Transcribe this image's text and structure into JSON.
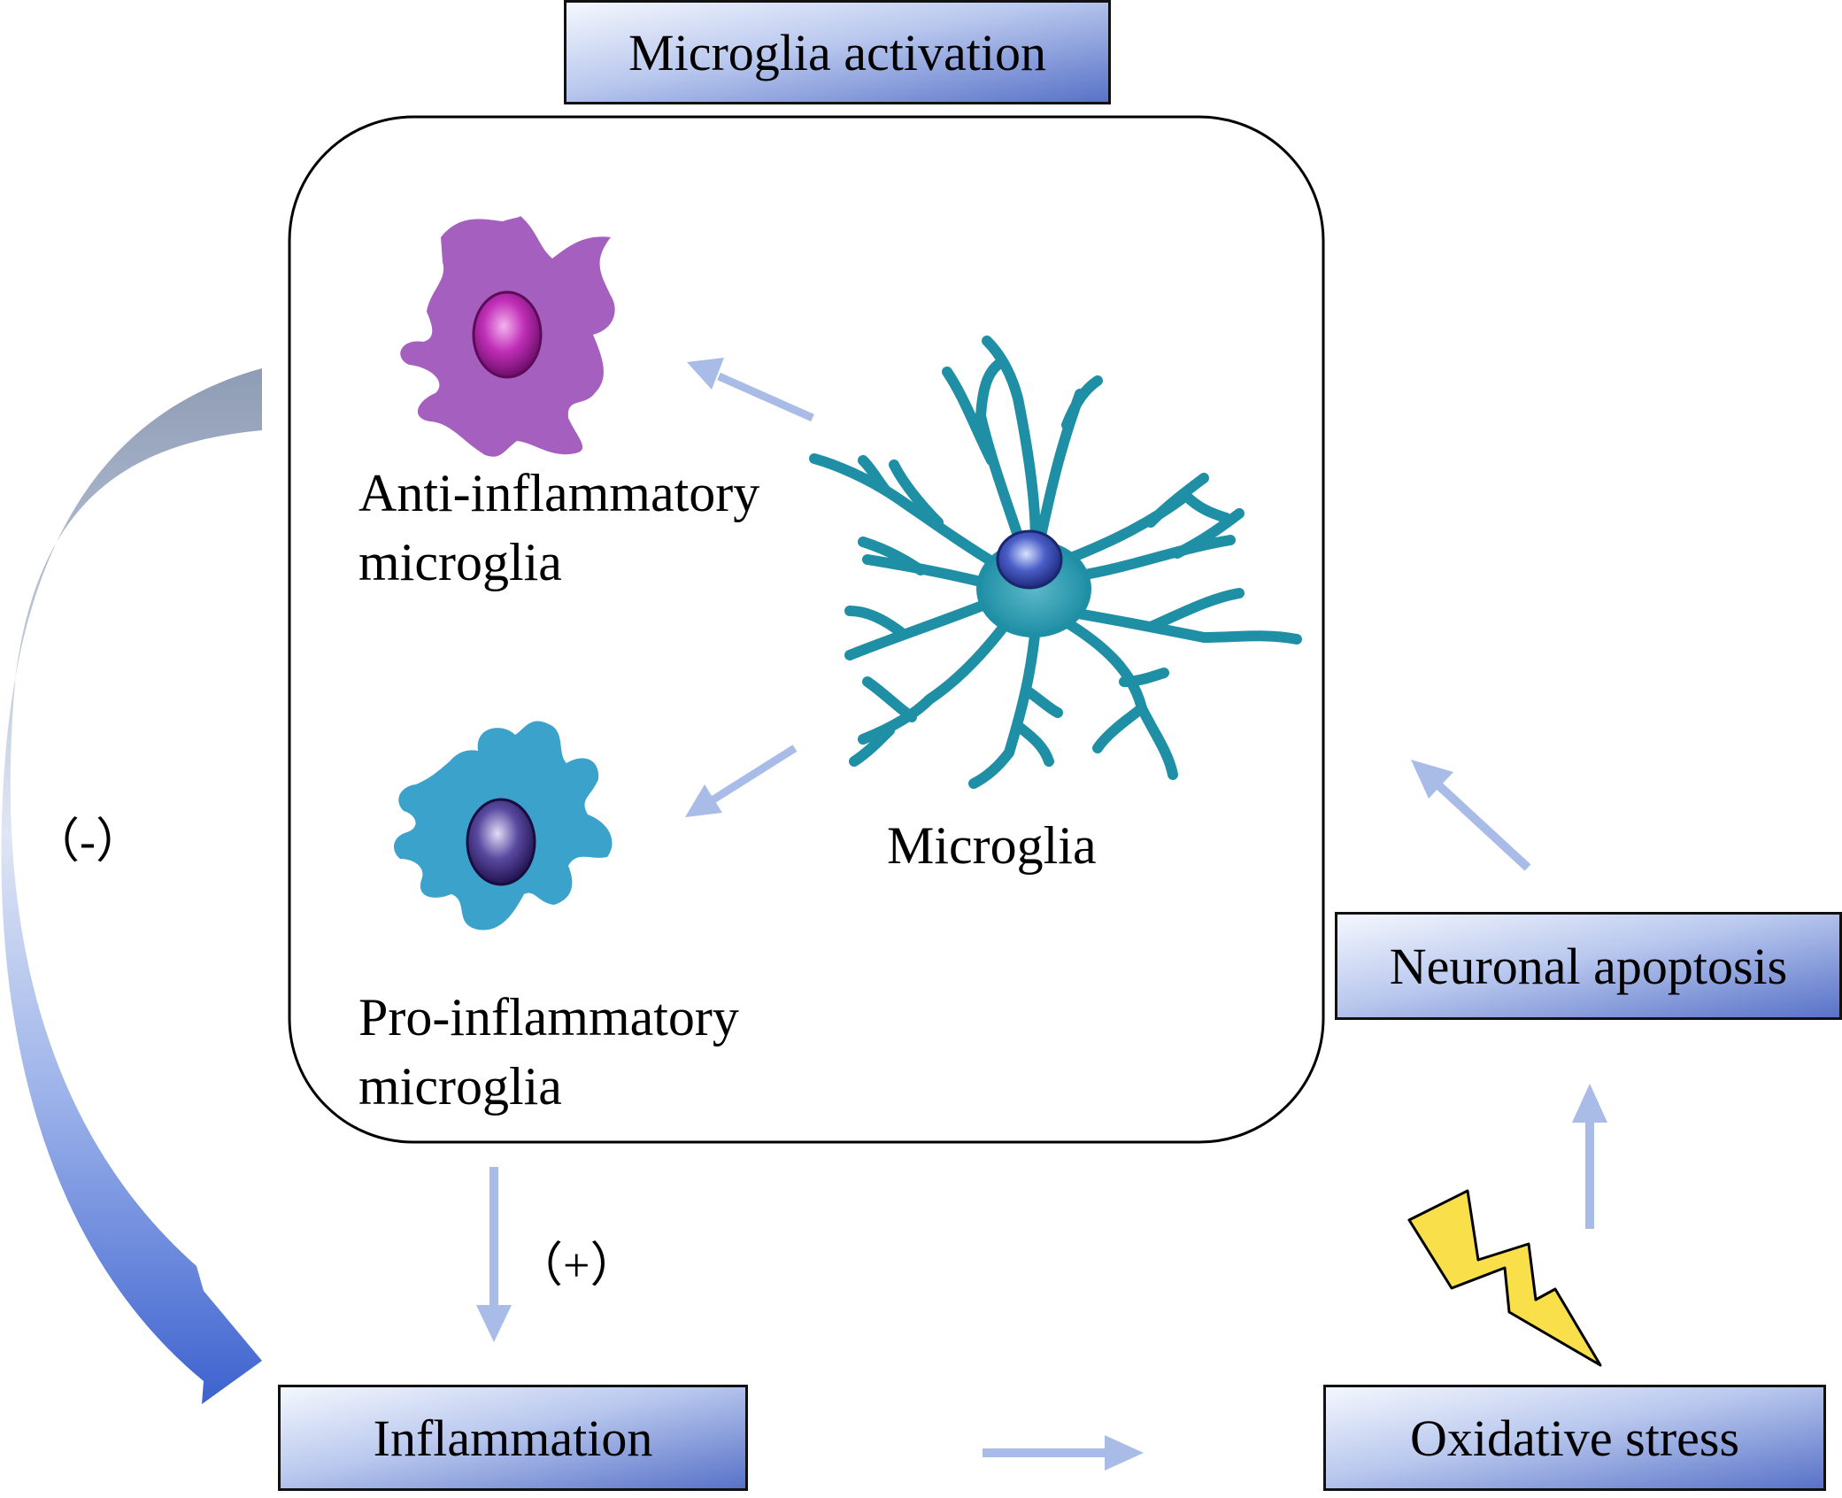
{
  "title": "Microglia activation",
  "cells": {
    "anti_inflammatory": {
      "line1": "Anti-inflammatory",
      "line2": "microglia",
      "color": "#a55fbe",
      "nucleus": "#a1259a"
    },
    "pro_inflammatory": {
      "line1": "Pro-inflammatory",
      "line2": "microglia",
      "color": "#3aa2cb",
      "nucleus": "#4a2a80"
    },
    "resting": {
      "label": "Microglia",
      "color": "#1f8fa6",
      "nucleus": "#3340a6"
    }
  },
  "nodes": {
    "inflammation": "Inflammation",
    "oxidative_stress": "Oxidative stress",
    "neuronal_apoptosis": "Neuronal apoptosis"
  },
  "signs": {
    "negative": "（-）",
    "positive": "（+）"
  },
  "colors": {
    "arrow": "#a9bce8",
    "big_arrow_top": "#8999b3",
    "big_arrow_bottom": "#3d62cf",
    "lightning": "#f9e04b",
    "box_gradient_dark": "#5872c8"
  }
}
